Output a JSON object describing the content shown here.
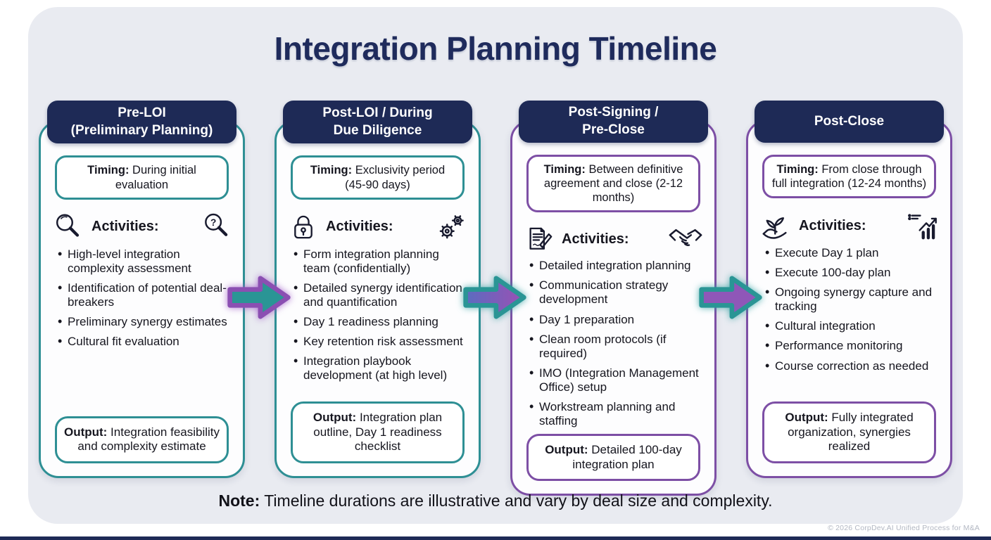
{
  "title": "Integration Planning Timeline",
  "note": {
    "label": "Note:",
    "text": " Timeline durations are illustrative and vary by deal size and complexity."
  },
  "footer": "© 2026 CorpDev.AI Unified Process for M&A",
  "colors": {
    "teal": "#2e8f94",
    "purple": "#7d4fa5",
    "header_navy": "#1e2a56",
    "title_navy": "#1f2b5c",
    "panel_bg": "#e9ebf1"
  },
  "arrows": [
    {
      "fill": "#2a9595",
      "stroke": "#8b4fb2"
    },
    {
      "fill_start": "#5b6cc0",
      "fill_end": "#9b50b4",
      "stroke": "#2a9595"
    },
    {
      "fill": "#8f57b8",
      "stroke": "#2a9595"
    }
  ],
  "columns": [
    {
      "header": "Pre-LOI\n(Preliminary Planning)",
      "accent": "teal",
      "timing_label": "Timing:",
      "timing_text": " During initial evaluation",
      "activities_label": "Activities:",
      "icons": {
        "left": "magnifier-icon",
        "right": "magnifier-question-icon"
      },
      "activities": [
        "High-level integration complexity assessment",
        "Identification of potential deal-breakers",
        "Preliminary synergy estimates",
        "Cultural fit evaluation"
      ],
      "output_label": "Output:",
      "output_text": " Integration feasibility and complexity estimate"
    },
    {
      "header": "Post-LOI / During\nDue Diligence",
      "accent": "teal",
      "timing_label": "Timing:",
      "timing_text": " Exclusivity period (45-90 days)",
      "activities_label": "Activities:",
      "icons": {
        "left": "padlock-icon",
        "right": "gears-icon"
      },
      "activities": [
        "Form integration planning team (confidentially)",
        "Detailed synergy identification and quantification",
        "Day 1 readiness planning",
        "Key retention risk assessment",
        "Integration playbook development (at high level)"
      ],
      "output_label": "Output:",
      "output_text": " Integration plan outline, Day 1 readiness checklist"
    },
    {
      "header": "Post-Signing /\nPre-Close",
      "accent": "purple",
      "timing_label": "Timing:",
      "timing_text": " Between definitive agreement and close (2-12 months)",
      "activities_label": "Activities:",
      "icons": {
        "left": "document-pen-icon",
        "right": "handshake-icon"
      },
      "activities": [
        "Detailed integration planning",
        "Communication strategy development",
        "Day 1 preparation",
        "Clean room protocols (if required)",
        "IMO (Integration Management Office) setup",
        "Workstream planning and staffing"
      ],
      "output_label": "Output:",
      "output_text": " Detailed 100-day integration plan"
    },
    {
      "header": "Post-Close",
      "accent": "purple",
      "timing_label": "Timing:",
      "timing_text": " From close through full integration (12-24 months)",
      "activities_label": "Activities:",
      "icons": {
        "left": "sprout-hand-icon",
        "right": "growth-chart-icon"
      },
      "activities": [
        "Execute Day 1 plan",
        "Execute 100-day plan",
        "Ongoing synergy capture and tracking",
        "Cultural integration",
        "Performance monitoring",
        "Course correction as needed"
      ],
      "output_label": "Output:",
      "output_text": " Fully integrated organization, synergies realized"
    }
  ]
}
